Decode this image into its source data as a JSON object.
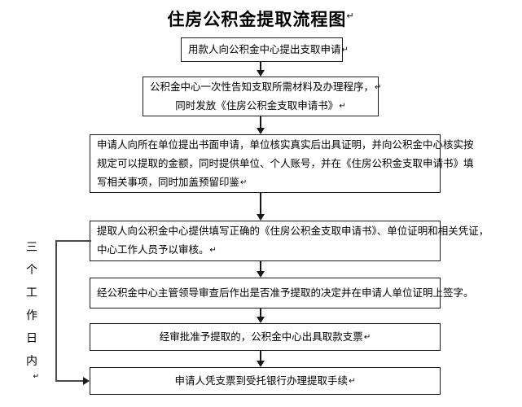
{
  "document": {
    "title": "住房公积金提取流程图",
    "title_mark": "↵",
    "type": "flowchart"
  },
  "side_label": {
    "name": "three-working-days",
    "chars": [
      "三",
      "个",
      "工",
      "作",
      "日",
      "内"
    ],
    "mark": "↵"
  },
  "colors": {
    "border": "#1a1a1a",
    "connector": "#4a4a4a",
    "background": "#ffffff",
    "text": "#000000"
  },
  "nodes": [
    {
      "id": "node-1",
      "name": "step-apply-to-fund-center",
      "align": "center",
      "lines": [
        {
          "text": "用款人向公积金中心提出支取申请",
          "mark": "↵"
        }
      ]
    },
    {
      "id": "node-2",
      "name": "step-center-informs-materials",
      "align": "center",
      "lines": [
        {
          "text": "公积金中心一次性告知支取所需材料及办理程序，",
          "mark": "↵"
        },
        {
          "text": "同时发放《住房公积金支取申请书》",
          "mark": "↵"
        }
      ]
    },
    {
      "id": "node-3",
      "name": "step-written-application-to-employer",
      "align": "justify",
      "lines": [
        {
          "text": "申请人向所在单位提出书面申请，单位核实真实后出具证明，并向公积金中心核实按",
          "mark": ""
        },
        {
          "text": "规定可以提取的金额，同时提供单位、个人账号，并在《住房公积金支取申请书》填",
          "mark": ""
        },
        {
          "text": "写相关事项，同时加盖预留印鉴",
          "mark": "↵"
        }
      ]
    },
    {
      "id": "node-4",
      "name": "step-submit-documents-for-review",
      "align": "justify",
      "lines": [
        {
          "text": "提取人向公积金中心提供填写正确的《住房公积金支取申请书》、单位证明和相关凭证，",
          "mark": ""
        },
        {
          "text": "中心工作人员予以审核。",
          "mark": "↵"
        }
      ]
    },
    {
      "id": "node-5",
      "name": "step-leadership-decision-and-signature",
      "align": "center",
      "lines": [
        {
          "text": "经公积金中心主管领导审查后作出是否准予提取的决定并在申请人单位证明上签字。",
          "mark": ""
        }
      ]
    },
    {
      "id": "node-6",
      "name": "step-issue-withdrawal-cheque",
      "align": "center",
      "lines": [
        {
          "text": "经审批准予提取的，公积金中心出具取款支票",
          "mark": "↵"
        }
      ]
    },
    {
      "id": "node-7",
      "name": "step-withdraw-at-entrusted-bank",
      "align": "center",
      "lines": [
        {
          "text": "申请人凭支票到受托银行办理提取手续",
          "mark": "↵"
        }
      ]
    }
  ],
  "connectors": [
    {
      "name": "arrow-node1-to-node2",
      "from": "node-1",
      "to": "node-2"
    },
    {
      "name": "arrow-node2-to-node3",
      "from": "node-2",
      "to": "node-3"
    },
    {
      "name": "arrow-node3-to-node4",
      "from": "node-3",
      "to": "node-4"
    },
    {
      "name": "arrow-node4-to-node5",
      "from": "node-4",
      "to": "node-5"
    },
    {
      "name": "arrow-node5-to-node6",
      "from": "node-5",
      "to": "node-6"
    },
    {
      "name": "arrow-node6-to-node7",
      "from": "node-6",
      "to": "node-7"
    },
    {
      "name": "bracket-node4-to-node7",
      "from": "node-4",
      "to": "node-7"
    }
  ]
}
